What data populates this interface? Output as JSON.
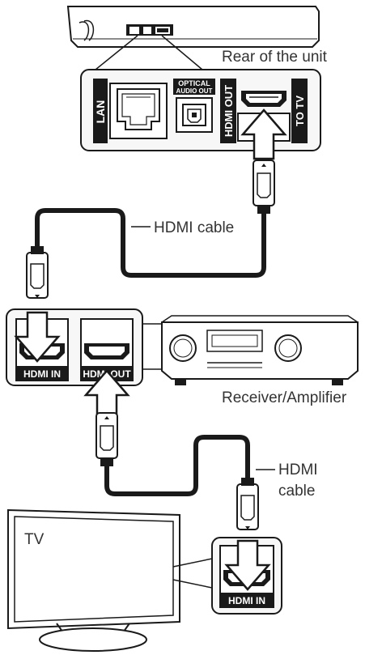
{
  "labels": {
    "rear_of_unit": "Rear of the unit",
    "lan": "LAN",
    "optical_line1": "OPTICAL",
    "optical_line2": "AUDIO OUT",
    "hdmi_out_vertical": "HDMI OUT",
    "to_tv": "TO TV",
    "hdmi_cable_top": "HDMI cable",
    "receiver_hdmi_in": "HDMI IN",
    "receiver_hdmi_out": "HDMI OUT",
    "receiver_amplifier": "Receiver/Amplifier",
    "hdmi_cable_bottom_line1": "HDMI",
    "hdmi_cable_bottom_line2": "cable",
    "tv": "TV",
    "tv_hdmi_in": "HDMI IN"
  },
  "colors": {
    "line": "#1a1a1a",
    "panel_fill": "#f7f7f7",
    "dark_plate": "#1a1a1a",
    "caption_text": "#333333"
  }
}
